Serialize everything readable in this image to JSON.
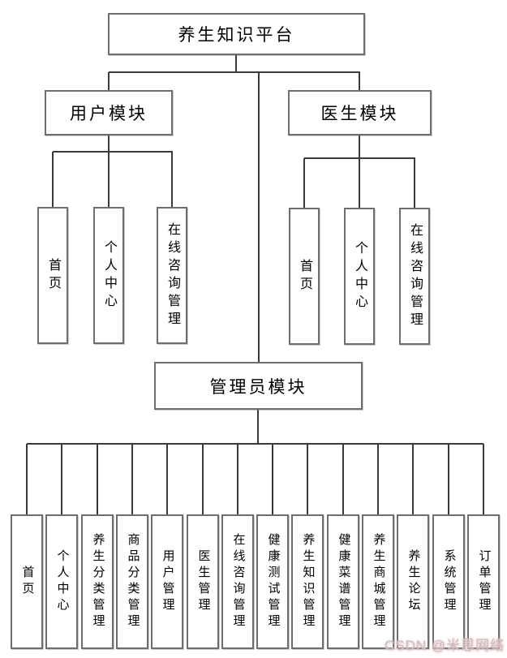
{
  "diagram": {
    "title": "养生知识平台",
    "modules": [
      {
        "label": "用户模块",
        "children": [
          "首页",
          "个人中心",
          "在线咨询管理"
        ]
      },
      {
        "label": "医生模块",
        "children": [
          "首页",
          "个人中心",
          "在线咨询管理"
        ]
      },
      {
        "label": "管理员模块",
        "children": [
          "首页",
          "个人中心",
          "养生分类管理",
          "商品分类管理",
          "用户管理",
          "医生管理",
          "在线咨询管理",
          "健康测试管理",
          "养生知识管理",
          "健康菜谱管理",
          "养生商城管理",
          "养生论坛",
          "系统管理",
          "订单管理"
        ]
      }
    ]
  },
  "watermark": {
    "text": "CSDN @米恩网络",
    "color": "#c9bfbf"
  },
  "colors": {
    "background": "#ffffff",
    "box_fill": "#ffffff",
    "box_border": "#6e6e6e",
    "connector": "#3a3a3a",
    "text": "#000000"
  }
}
